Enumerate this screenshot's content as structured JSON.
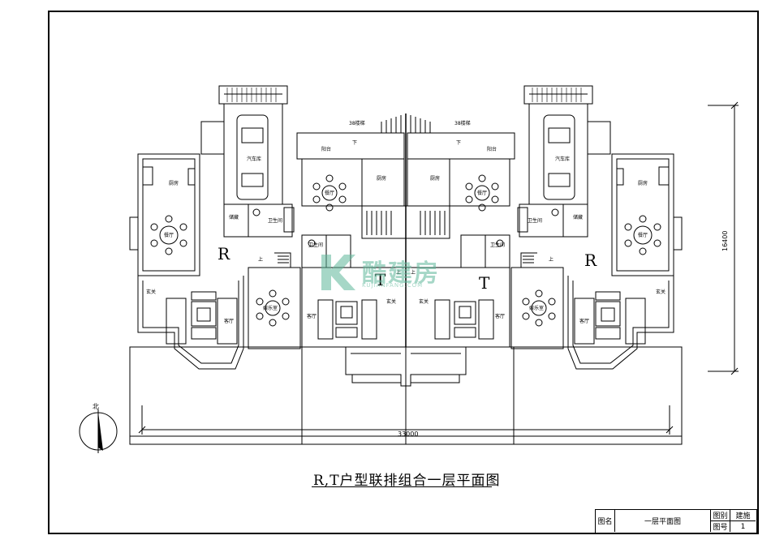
{
  "drawing": {
    "caption": "R,T户型联排组合一层平面图",
    "unit_labels": {
      "left": "R",
      "left_mid": "T",
      "right_mid": "T",
      "right": "R"
    },
    "dimensions": {
      "width": "33000",
      "depth": "16400"
    },
    "north_label": "北",
    "stair_label": "38楼梯",
    "rooms": {
      "garage": "汽车库",
      "kitchen": "厨房",
      "dining": "餐厅",
      "storage": "储藏",
      "bathroom": "卫生间",
      "foyer": "玄关",
      "living": "客厅",
      "recreation": "娱乐室",
      "balcony": "阳台",
      "up": "上",
      "down": "下"
    }
  },
  "title_block": {
    "name_label": "图名",
    "name_value": "一层平面图",
    "category_label": "图别",
    "category_value": "建施",
    "number_label": "图号",
    "number_value": "1"
  },
  "watermark": {
    "brand": "酷建房",
    "url": "KUJIANFANG.COM"
  }
}
